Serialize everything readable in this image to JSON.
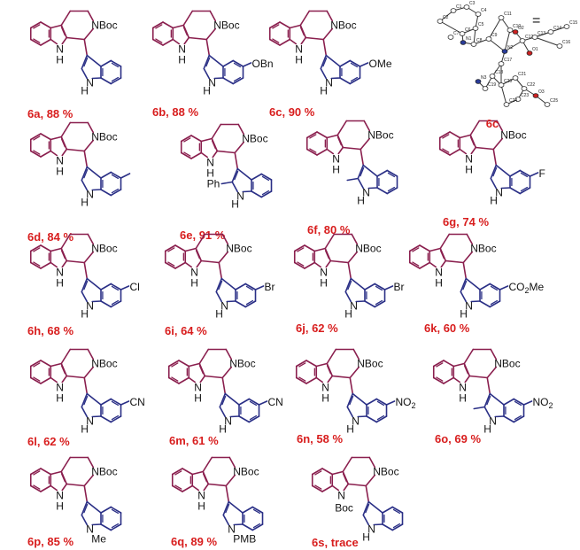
{
  "colors": {
    "core": "#8a1f4e",
    "indole": "#2a2f86",
    "label": "#d81e1e",
    "atom_text": "#111111",
    "ortep_red": "#cc2222",
    "ortep_blue": "#2a3c9a"
  },
  "core_labels": {
    "nitrogen_group": "NBoc",
    "indole_nh": "H"
  },
  "equals_sign": "=",
  "xray": {
    "compound": "6c",
    "atom_labels": [
      "C2",
      "C1",
      "C3",
      "C4",
      "C5",
      "C6",
      "C7",
      "C8",
      "C9",
      "C11",
      "C10",
      "N1",
      "N2",
      "C12",
      "C13",
      "C14",
      "C15",
      "C16",
      "O1",
      "O2",
      "C17",
      "C18",
      "C19",
      "C20",
      "C21",
      "C22",
      "C23",
      "C24",
      "N3",
      "O3",
      "C25"
    ]
  },
  "compounds": [
    {
      "id": "6a",
      "yield": "88 %",
      "substituent": "",
      "n_substituent": "",
      "c2_substituent": ""
    },
    {
      "id": "6b",
      "yield": "88 %",
      "substituent": "OBn",
      "n_substituent": "",
      "c2_substituent": ""
    },
    {
      "id": "6c",
      "yield": "90 %",
      "substituent": "OMe",
      "n_substituent": "",
      "c2_substituent": ""
    },
    {
      "id": "6d",
      "yield": "84 %",
      "substituent": "",
      "n_substituent": "",
      "c2_substituent": ""
    },
    {
      "id": "6e",
      "yield": "91 %",
      "substituent": "",
      "n_substituent": "",
      "c2_substituent": "Ph"
    },
    {
      "id": "6f",
      "yield": "80 %",
      "substituent": "",
      "n_substituent": "",
      "c2_substituent": ""
    },
    {
      "id": "6g",
      "yield": "74 %",
      "substituent": "F",
      "n_substituent": "",
      "c2_substituent": ""
    },
    {
      "id": "6h",
      "yield": "68 %",
      "substituent": "Cl",
      "n_substituent": "",
      "c2_substituent": ""
    },
    {
      "id": "6i",
      "yield": "64 %",
      "substituent": "Br",
      "n_substituent": "",
      "c2_substituent": ""
    },
    {
      "id": "6j",
      "yield": "62 %",
      "substituent": "Br",
      "n_substituent": "",
      "c2_substituent": ""
    },
    {
      "id": "6k",
      "yield": "60 %",
      "substituent": "CO2Me",
      "n_substituent": "",
      "c2_substituent": ""
    },
    {
      "id": "6l",
      "yield": "62 %",
      "substituent": "CN",
      "n_substituent": "",
      "c2_substituent": ""
    },
    {
      "id": "6m",
      "yield": "61 %",
      "substituent": "CN",
      "n_substituent": "",
      "c2_substituent": ""
    },
    {
      "id": "6n",
      "yield": "58 %",
      "substituent": "NO2",
      "n_substituent": "",
      "c2_substituent": ""
    },
    {
      "id": "6o",
      "yield": "69 %",
      "substituent": "NO2",
      "n_substituent": "",
      "c2_substituent": ""
    },
    {
      "id": "6p",
      "yield": "85 %",
      "substituent": "",
      "n_substituent": "Me",
      "c2_substituent": ""
    },
    {
      "id": "6q",
      "yield": "89 %",
      "substituent": "",
      "n_substituent": "PMB",
      "c2_substituent": ""
    },
    {
      "id": "6s",
      "yield": "trace",
      "substituent": "",
      "n_substituent": "",
      "c2_substituent": "",
      "core_n_substituent": "Boc"
    }
  ]
}
